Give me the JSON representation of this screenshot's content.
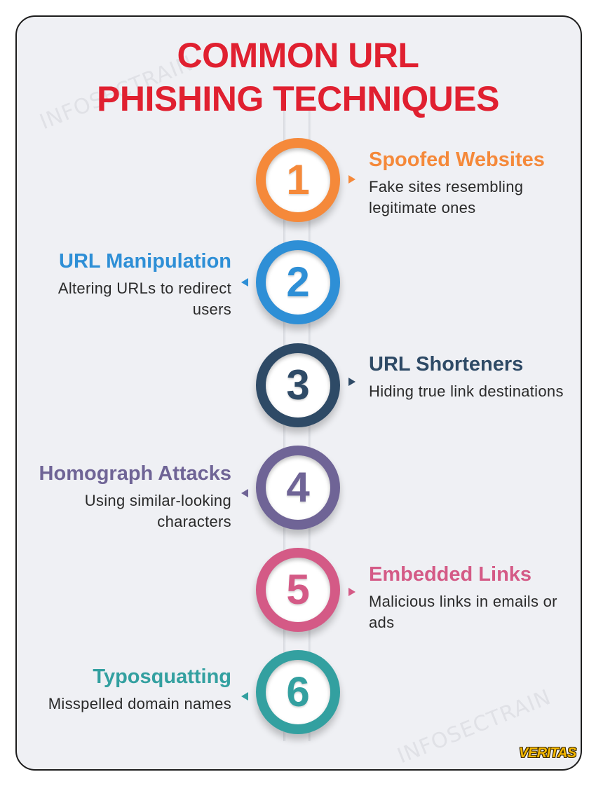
{
  "title": {
    "line1": "COMMON URL",
    "line2": "PHISHING TECHNIQUES"
  },
  "watermark": "INFOSECTRAIN",
  "logo_text": "VERITAS",
  "steps": [
    {
      "number": "1",
      "heading": "Spoofed Websites",
      "description": "Fake sites resembling legitimate ones",
      "color": "#f5893a",
      "side": "right"
    },
    {
      "number": "2",
      "heading": "URL Manipulation",
      "description": "Altering URLs to redirect users",
      "color": "#2e8fd6",
      "side": "left"
    },
    {
      "number": "3",
      "heading": "URL Shorteners",
      "description": "Hiding true link destinations",
      "color": "#2e4a66",
      "side": "right"
    },
    {
      "number": "4",
      "heading": "Homograph Attacks",
      "description": "Using similar-looking characters",
      "color": "#6f6496",
      "side": "left"
    },
    {
      "number": "5",
      "heading": "Embedded Links",
      "description": "Malicious links in emails or ads",
      "color": "#d45a86",
      "side": "right"
    },
    {
      "number": "6",
      "heading": "Typosquatting",
      "description": "Misspelled domain names",
      "color": "#33a0a0",
      "side": "left"
    }
  ]
}
